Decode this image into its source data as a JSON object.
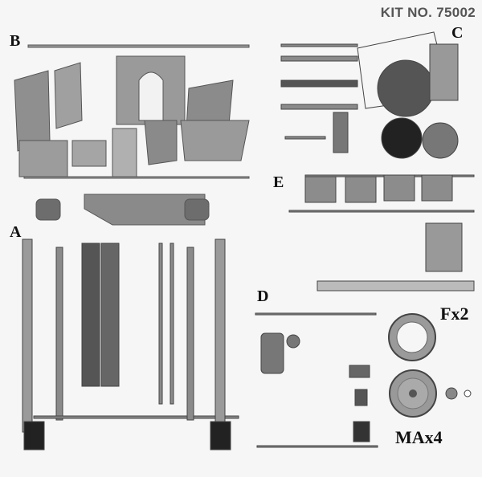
{
  "kit_title": "KIT NO. 75002",
  "sprues": {
    "a": "A",
    "b": "B",
    "c": "C",
    "d": "D",
    "e": "E"
  },
  "wheels": {
    "front_qty": "Fx2",
    "rear_qty": "MAx4"
  },
  "colors": {
    "part": "#8a8a8a",
    "part_dark": "#3a3a3a",
    "frame": "#9c9c9c"
  }
}
